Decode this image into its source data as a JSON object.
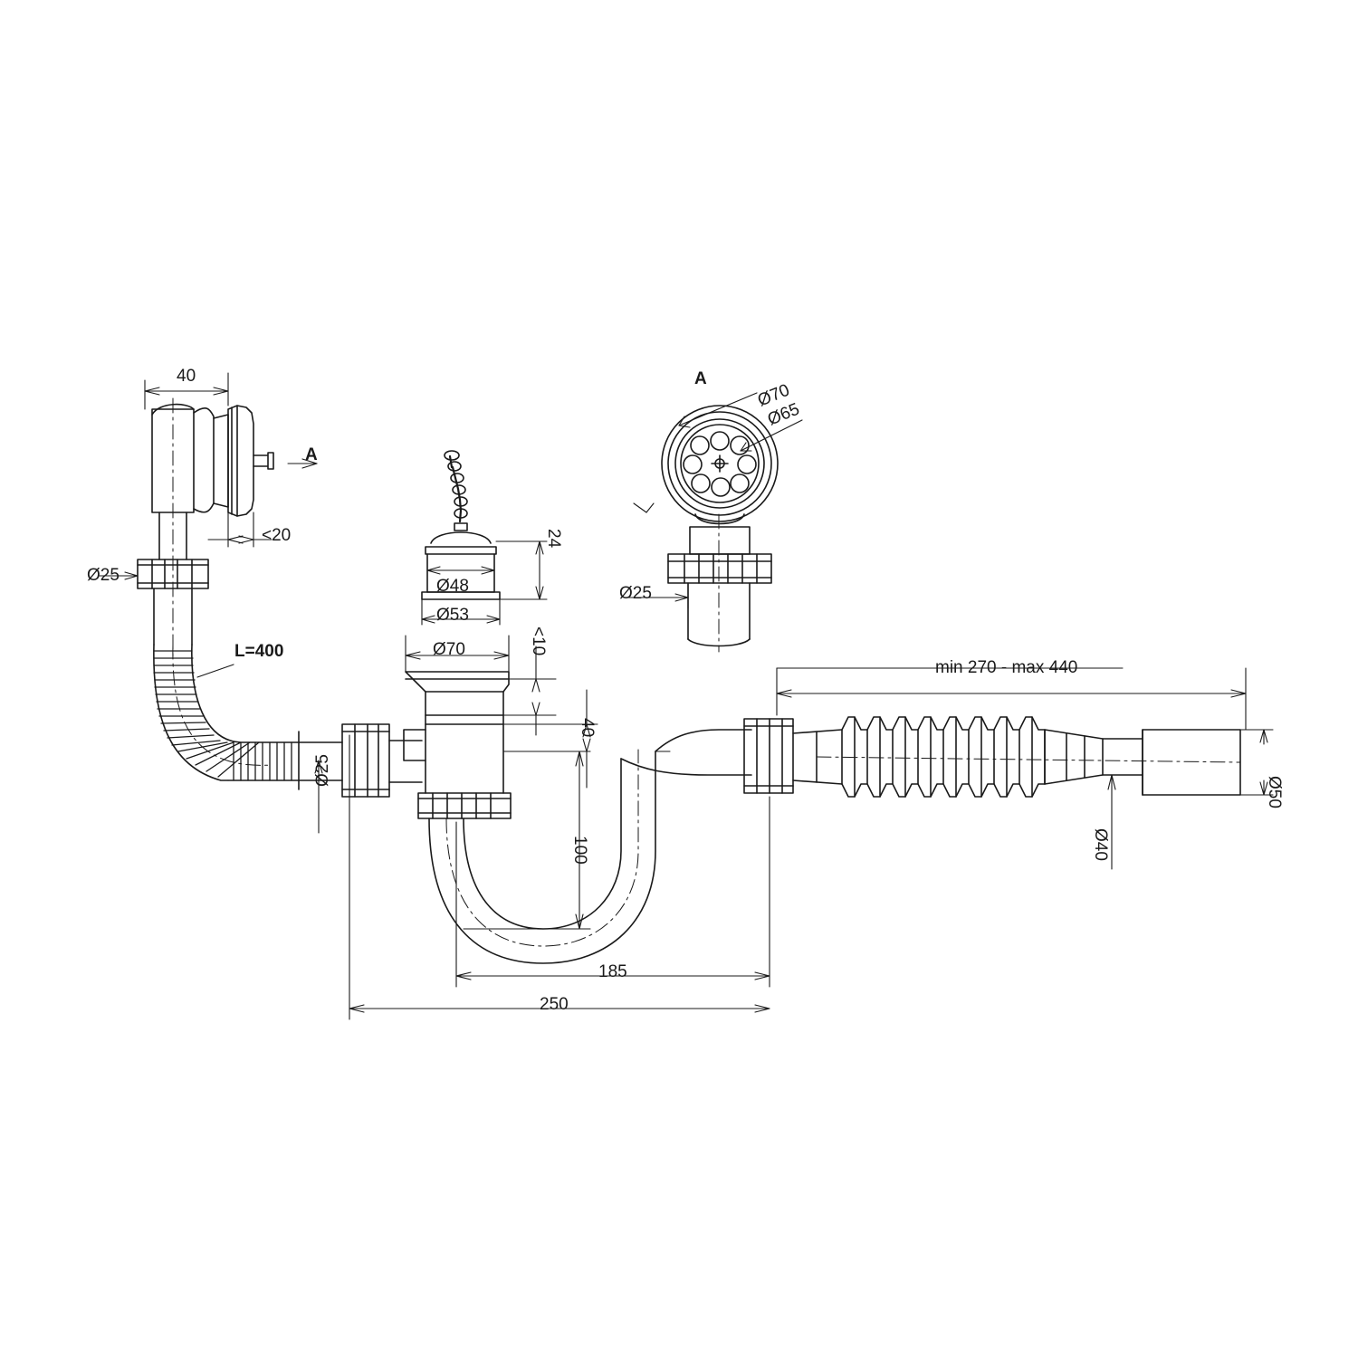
{
  "title": "Bath waste and overflow trap assembly technical drawing",
  "drawing": {
    "type": "engineering-dimension-drawing",
    "units": "mm",
    "line_color": "#1a1a1a",
    "background": "#ffffff"
  },
  "labels": {
    "dim_40_top": "40",
    "section_arrow_left": "A",
    "dim_lt20": "<20",
    "dim_d25_left": "Ø25",
    "dim_L400": "L=400",
    "dim_d25_lower_left": "Ø25",
    "dim_24": "24",
    "dim_d48": "Ø48",
    "dim_d53": "Ø53",
    "dim_d70_left": "Ø70",
    "dim_lt10": "<10",
    "dim_40_mid": "40",
    "dim_100": "100",
    "dim_185": "185",
    "dim_250": "250",
    "section_label_A": "A",
    "dim_d70_section": "Ø70",
    "dim_d65_section": "Ø65",
    "dim_d25_section": "Ø25",
    "dim_min_max": "min 270 - max 440",
    "dim_d50": "Ø50",
    "dim_d40": "Ø40"
  },
  "parts": [
    {
      "name": "overflow-cover-assembly",
      "dims": [
        "40",
        "<20",
        "Ø25",
        "A"
      ]
    },
    {
      "name": "corrugated-overflow-hose",
      "dims": [
        "L=400",
        "Ø25"
      ]
    },
    {
      "name": "plug-with-chain",
      "dims": [
        "24",
        "Ø48",
        "Ø53"
      ]
    },
    {
      "name": "waste-outlet-flange",
      "dims": [
        "Ø70",
        "<10",
        "40"
      ]
    },
    {
      "name": "p-trap-bend",
      "dims": [
        "100",
        "185",
        "250"
      ]
    },
    {
      "name": "flexible-outlet-pipe",
      "dims": [
        "min 270 - max 440",
        "Ø50",
        "Ø40"
      ]
    },
    {
      "name": "section-a-view",
      "dims": [
        "Ø70",
        "Ø65",
        "Ø25"
      ]
    }
  ]
}
